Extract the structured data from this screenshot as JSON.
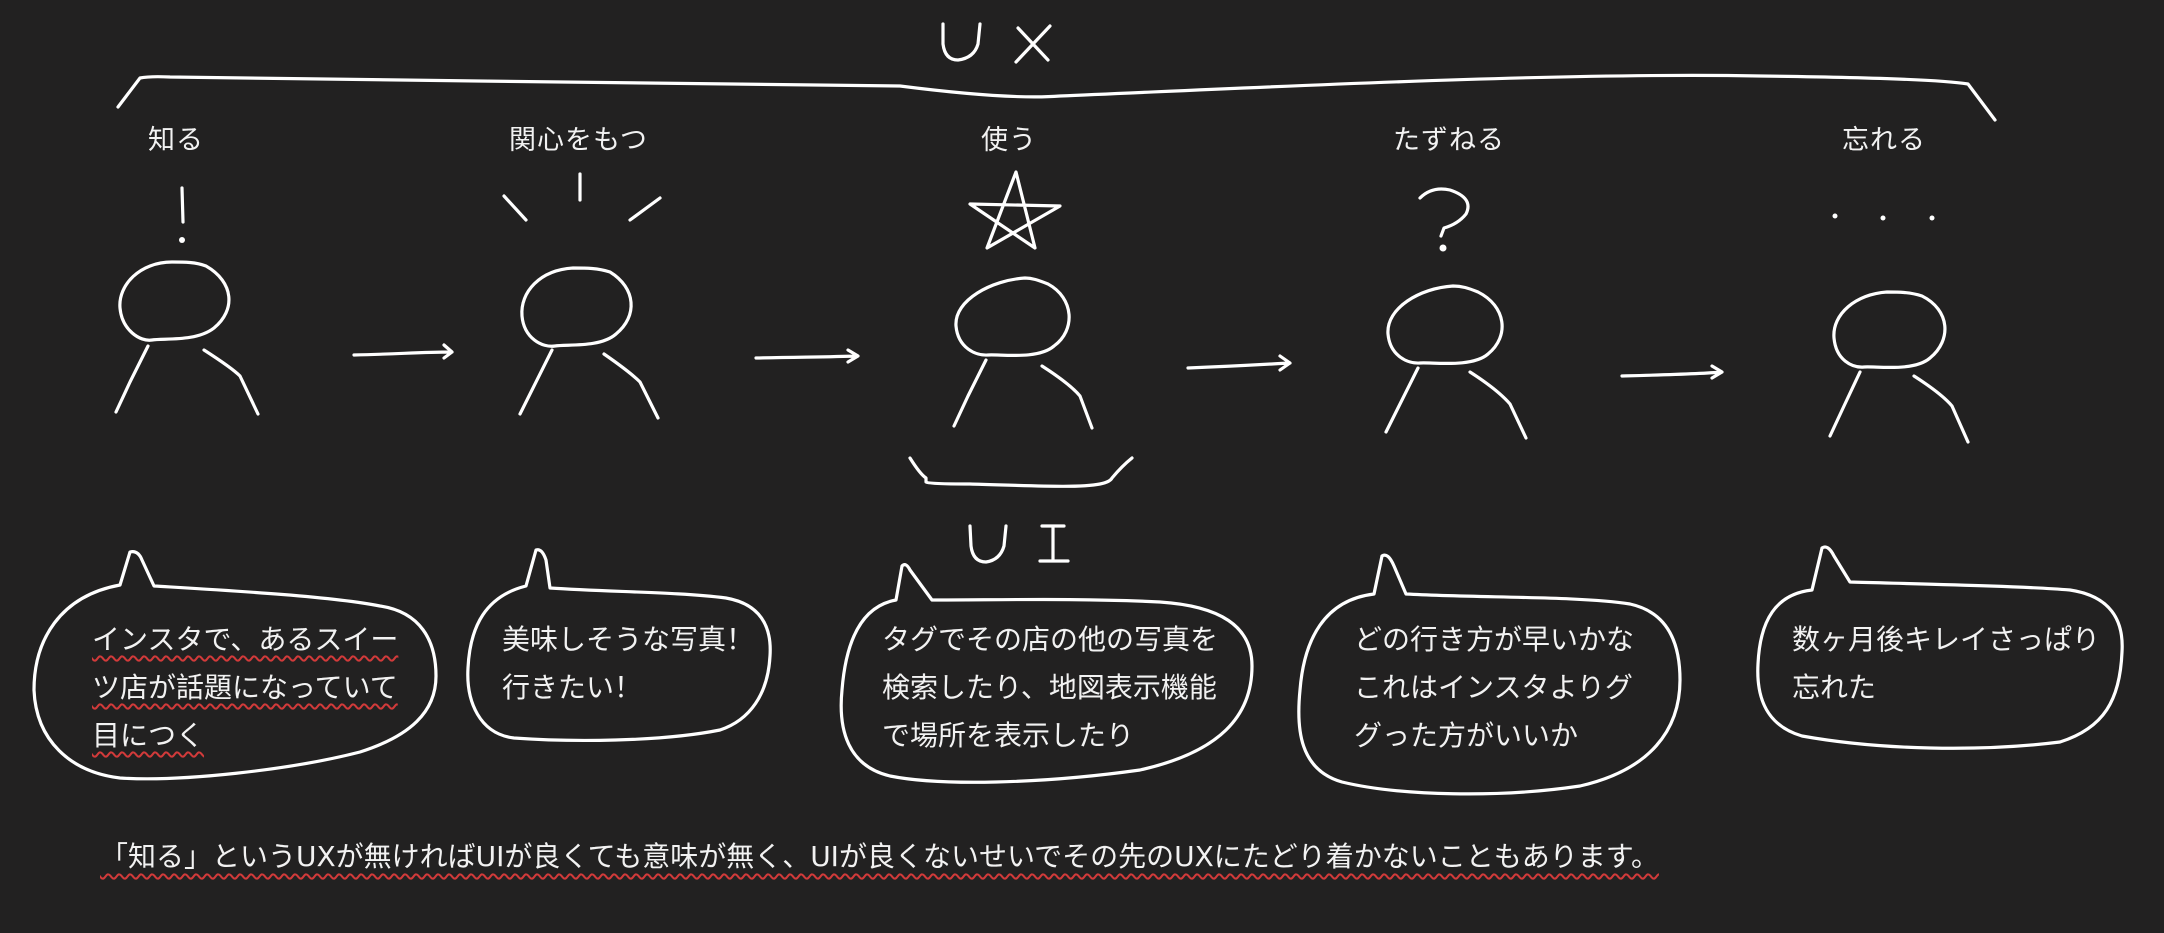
{
  "colors": {
    "background": "#222121",
    "ink": "#ffffff",
    "text": "#f2f2f2",
    "spellcheck_underline": "#d23a3a"
  },
  "header": {
    "ux_label": "UX"
  },
  "ui_label": "UI",
  "stages": [
    {
      "label": "知る",
      "symbol": "exclamation-mark"
    },
    {
      "label": "関心をもつ",
      "symbol": "attention-rays"
    },
    {
      "label": "使う",
      "symbol": "star"
    },
    {
      "label": "たずねる",
      "symbol": "question-mark"
    },
    {
      "label": "忘れる",
      "symbol": "ellipsis"
    }
  ],
  "bubbles": [
    {
      "lines": [
        "インスタで、あるスイー",
        "ツ店が話題になっていて",
        "目につく"
      ]
    },
    {
      "lines": [
        "美味しそうな写真！",
        "行きたい！"
      ]
    },
    {
      "lines": [
        "タグでその店の他の写真を",
        "検索したり、地図表示機能",
        "で場所を表示したり"
      ]
    },
    {
      "lines": [
        "どの行き方が早いかな",
        "これはインスタよりグ",
        "グった方がいいか"
      ]
    },
    {
      "lines": [
        "数ヶ月後キレイさっぱり",
        "忘れた"
      ]
    }
  ],
  "caption": "「知る」というUXが無ければUIが良くても意味が無く、UIが良くないせいでその先のUXにたどり着かないこともあります。"
}
